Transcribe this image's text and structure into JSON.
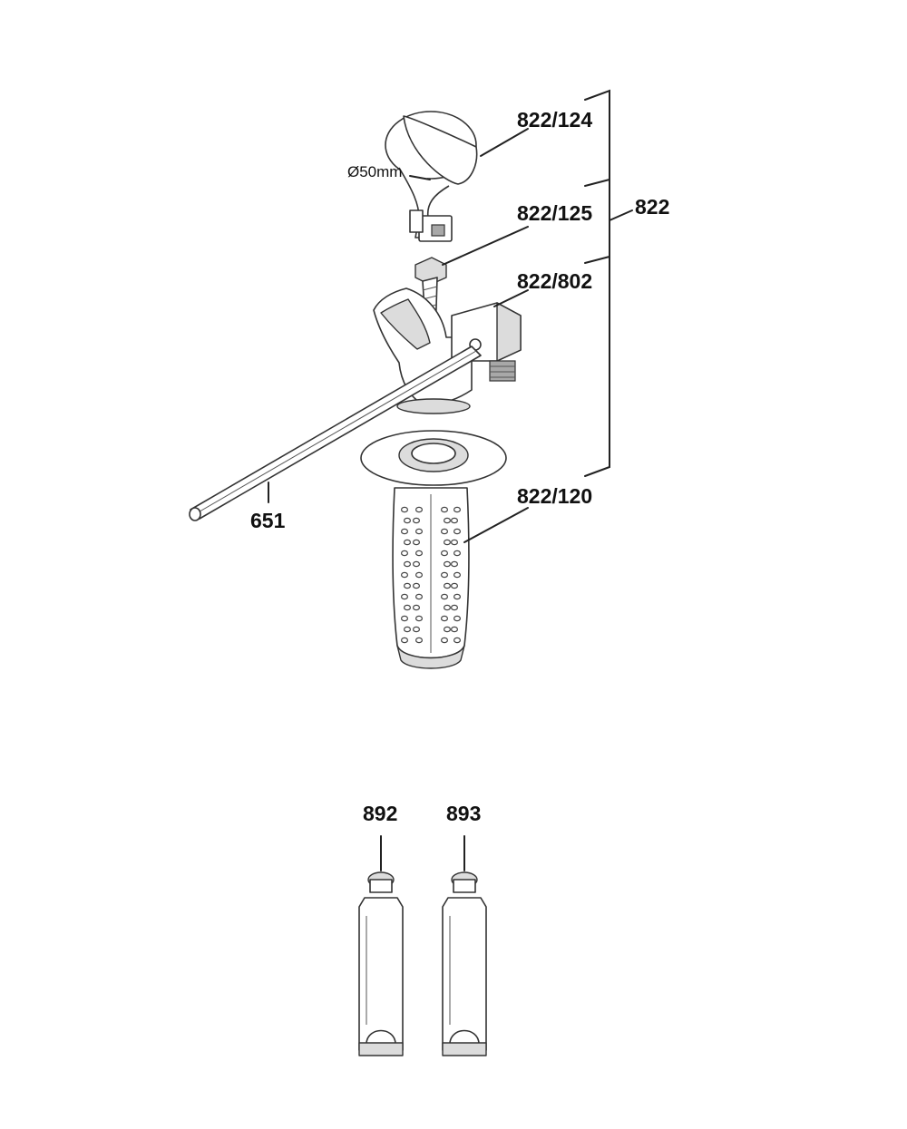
{
  "labels": {
    "band": "822/124",
    "bolt": "822/125",
    "assembly": "822",
    "clamp": "822/802",
    "handle": "822/120",
    "depth_rod": "651",
    "tube_left": "892",
    "tube_right": "893"
  },
  "dimension": "Ø50mm",
  "colors": {
    "line": "#222222",
    "shade": "#dcdcdc",
    "dark": "#a8a8a8"
  }
}
